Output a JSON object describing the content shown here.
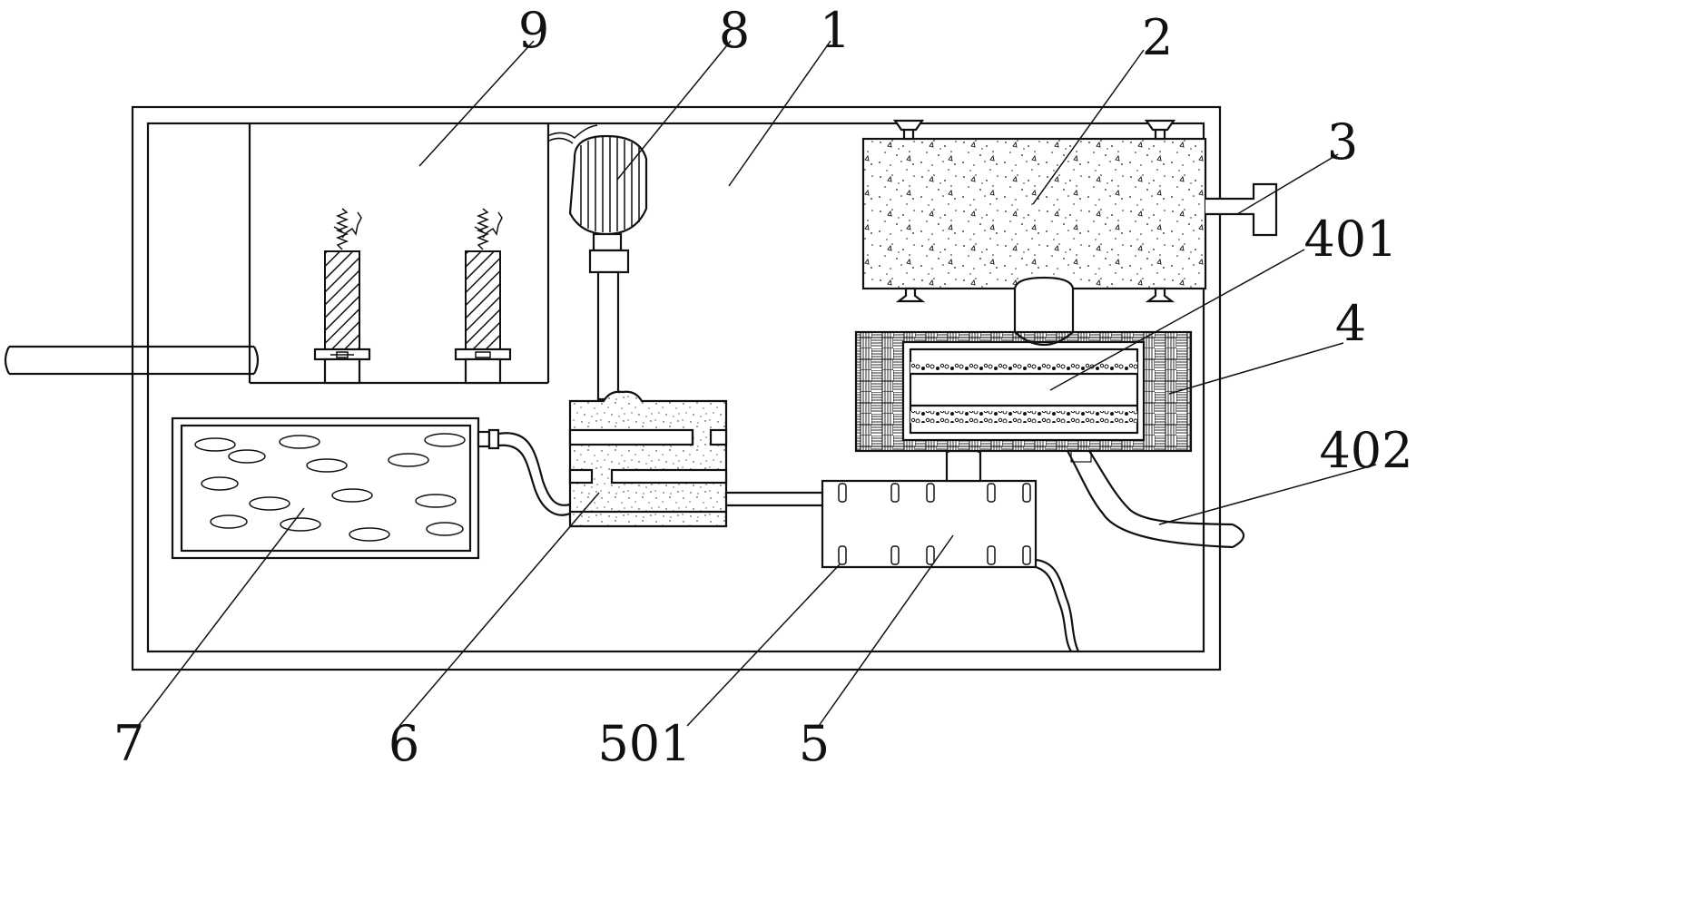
{
  "diagram": {
    "type": "patent-drawing",
    "reference_numerals": [
      {
        "id": "n9",
        "text": "9"
      },
      {
        "id": "n8",
        "text": "8"
      },
      {
        "id": "n1",
        "text": "1"
      },
      {
        "id": "n2",
        "text": "2"
      },
      {
        "id": "n3",
        "text": "3"
      },
      {
        "id": "n401",
        "text": "401"
      },
      {
        "id": "n4",
        "text": "4"
      },
      {
        "id": "n402",
        "text": "402"
      },
      {
        "id": "n7",
        "text": "7"
      },
      {
        "id": "n6",
        "text": "6"
      },
      {
        "id": "n501",
        "text": "501"
      },
      {
        "id": "n5",
        "text": "5"
      }
    ]
  }
}
